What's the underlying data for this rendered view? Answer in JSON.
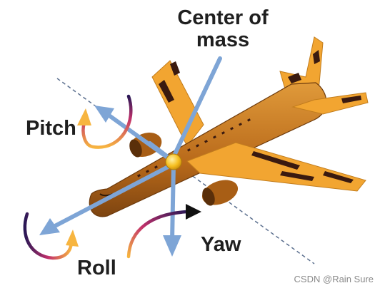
{
  "labels": {
    "center_of_mass": "Center of mass",
    "pitch": "Pitch",
    "roll": "Roll",
    "yaw": "Yaw"
  },
  "watermark": "CSDN @Rain Sure",
  "colors": {
    "fuselage": "#c8781e",
    "wing": "#f2a531",
    "wing_stripe": "#3a1a10",
    "axis_arrow": "#7ea5d6",
    "center_of_mass": "#f6c021",
    "rotation_gradient_start": "#2a1856",
    "rotation_gradient_mid": "#c2306b",
    "rotation_gradient_end": "#f7b540",
    "yaw_arrow_head": "#111111"
  },
  "icons": {
    "aircraft": "airplane-illustration",
    "center_point": "center-of-mass-dot",
    "pitch_rotation": "curved-arrow-icon",
    "roll_rotation": "curved-arrow-icon",
    "yaw_rotation": "curved-arrow-icon"
  }
}
